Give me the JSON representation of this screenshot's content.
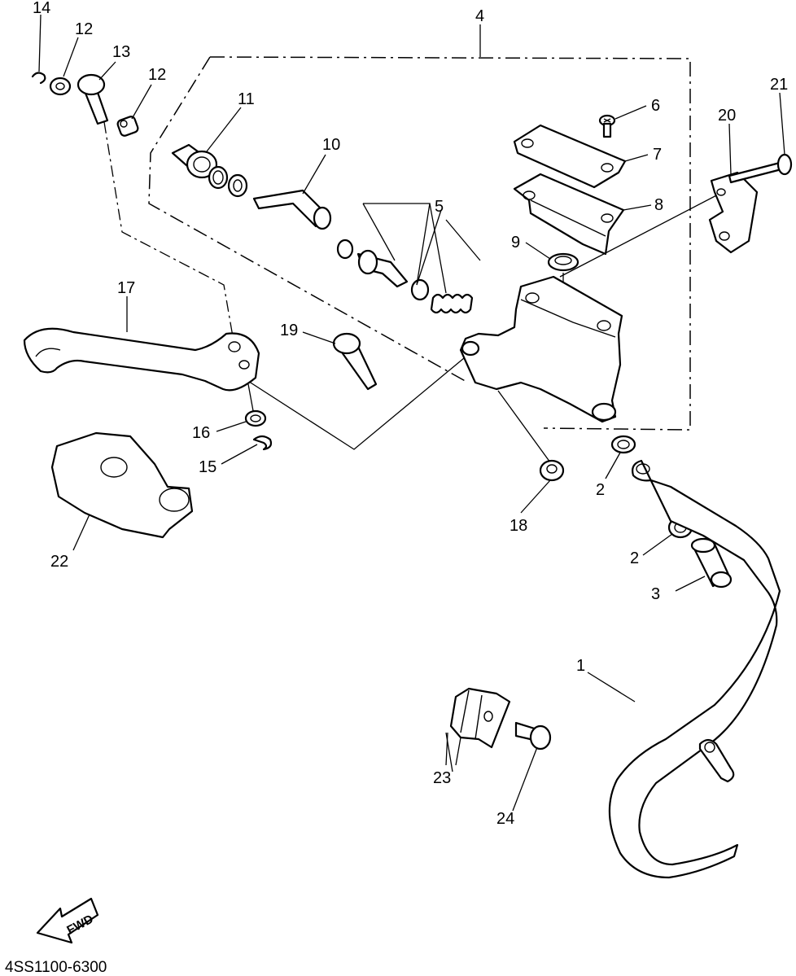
{
  "diagram": {
    "callouts": {
      "c1": "1",
      "c2a": "2",
      "c2b": "2",
      "c3": "3",
      "c4": "4",
      "c5": "5",
      "c6": "6",
      "c7": "7",
      "c8": "8",
      "c9": "9",
      "c10": "10",
      "c11": "11",
      "c12a": "12",
      "c12b": "12",
      "c13": "13",
      "c14": "14",
      "c15": "15",
      "c16": "16",
      "c17": "17",
      "c18": "18",
      "c19": "19",
      "c20": "20",
      "c21": "21",
      "c22": "22",
      "c23": "23",
      "c24": "24"
    },
    "fwd_label": "FWD",
    "diagram_code": "4SS1100-6300"
  }
}
